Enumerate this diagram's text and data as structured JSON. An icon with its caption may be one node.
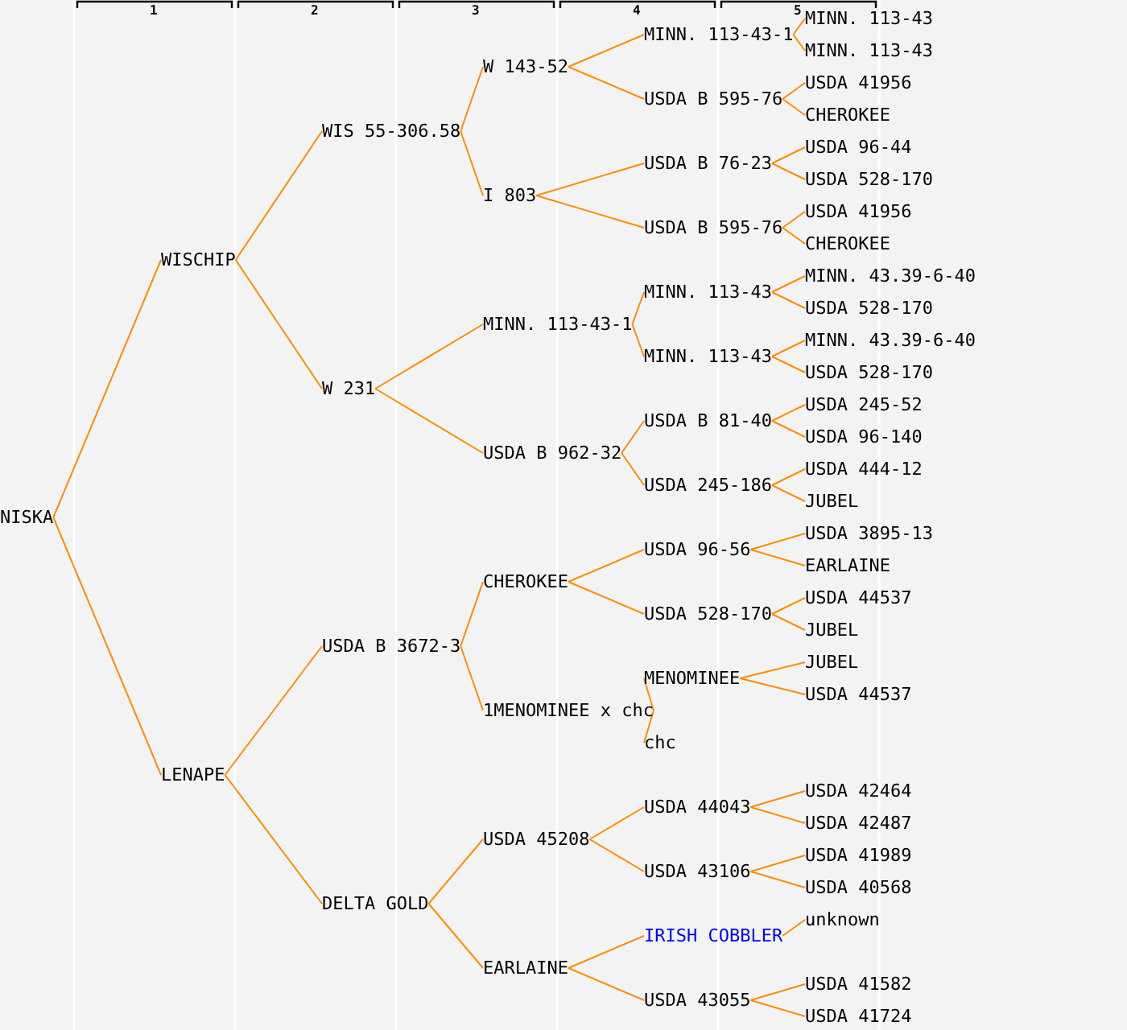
{
  "diagram": {
    "nodes": [
      {
        "text": [
          "NISKA"
        ]
      },
      {
        "text": [
          "WISCHIP"
        ]
      },
      {
        "text": [
          "WIS 55-306.58"
        ]
      },
      {
        "text": [
          "W 143-52"
        ]
      },
      {
        "text": [
          "MINN. 113-43-1"
        ]
      },
      {
        "text": [
          "MINN. 113-43"
        ]
      },
      {
        "text": [
          "MINN. 113-43"
        ]
      },
      {
        "text": [
          "USDA B 595-76"
        ]
      },
      {
        "text": [
          "USDA 41956"
        ]
      },
      {
        "text": [
          "CHEROKEE"
        ]
      },
      {
        "text": [
          "I 803"
        ]
      },
      {
        "text": [
          "USDA B 76-23"
        ]
      },
      {
        "text": [
          "USDA 96-44"
        ]
      },
      {
        "text": [
          "USDA 528-170"
        ]
      },
      {
        "text": [
          "USDA B 595-76"
        ]
      },
      {
        "text": [
          "USDA 41956"
        ]
      },
      {
        "text": [
          "CHEROKEE"
        ]
      },
      {
        "text": [
          "W 231"
        ]
      },
      {
        "text": [
          "MINN. 113-43-1"
        ]
      },
      {
        "text": [
          "MINN. 113-43"
        ]
      },
      {
        "text": [
          "MINN. 43.39-6-40"
        ]
      },
      {
        "text": [
          "USDA 528-170"
        ]
      },
      {
        "text": [
          "MINN. 113-43"
        ]
      },
      {
        "text": [
          "MINN. 43.39-6-40"
        ]
      },
      {
        "text": [
          "USDA 528-170"
        ]
      },
      {
        "text": [
          "USDA B 962-32"
        ]
      },
      {
        "text": [
          "USDA B 81-40"
        ]
      },
      {
        "text": [
          "USDA 245-52"
        ]
      },
      {
        "text": [
          "USDA 96-140"
        ]
      },
      {
        "text": [
          "USDA 245-186"
        ]
      },
      {
        "text": [
          "USDA 444-12"
        ]
      },
      {
        "text": [
          "JUBEL"
        ]
      },
      {
        "text": [
          "LENAPE"
        ]
      },
      {
        "text": [
          "USDA B 3672-3"
        ]
      },
      {
        "text": [
          "CHEROKEE"
        ]
      },
      {
        "text": [
          "USDA 96-56"
        ]
      },
      {
        "text": [
          "USDA 3895-13"
        ]
      },
      {
        "text": [
          "EARLAINE"
        ]
      },
      {
        "text": [
          "USDA 528-170"
        ]
      },
      {
        "text": [
          "USDA 44537"
        ]
      },
      {
        "text": [
          "JUBEL"
        ]
      },
      {
        "text": [
          "1MENOMINEE x chc"
        ]
      },
      {
        "text": [
          "MENOMINEE"
        ]
      },
      {
        "text": [
          "JUBEL"
        ]
      },
      {
        "text": [
          "USDA 44537"
        ]
      },
      {
        "text": [
          "chc"
        ]
      },
      {
        "text": [
          "DELTA GOLD"
        ]
      },
      {
        "text": [
          "USDA 45208"
        ]
      },
      {
        "text": [
          "USDA 44043"
        ]
      },
      {
        "text": [
          "USDA 42464"
        ]
      },
      {
        "text": [
          "USDA 42487"
        ]
      },
      {
        "text": [
          "USDA 43106"
        ]
      },
      {
        "text": [
          "USDA 41989"
        ]
      },
      {
        "text": [
          "USDA 40568"
        ]
      },
      {
        "text": [
          "EARLAINE"
        ]
      },
      {
        "text": [
          "IRISH COBBLER"
        ]
      },
      {
        "text": [
          "unknown"
        ]
      },
      {
        "text": [
          "USDA 43055"
        ]
      },
      {
        "text": [
          "USDA 41582"
        ]
      },
      {
        "text": [
          "USDA 41724"
        ]
      }
    ],
    "edges": [
      {
        "from": 0,
        "to": 1,
        "arrow": "none"
      },
      {
        "from": 0,
        "to": 32,
        "arrow": "none"
      },
      {
        "from": 1,
        "to": 2,
        "arrow": "none"
      },
      {
        "from": 1,
        "to": 17,
        "arrow": "none"
      },
      {
        "from": 2,
        "to": 3,
        "arrow": "none"
      },
      {
        "from": 2,
        "to": 10,
        "arrow": "none"
      },
      {
        "from": 3,
        "to": 4,
        "arrow": "none"
      },
      {
        "from": 3,
        "to": 7,
        "arrow": "none"
      },
      {
        "from": 4,
        "to": 5,
        "arrow": "none"
      },
      {
        "from": 4,
        "to": 6,
        "arrow": "none"
      },
      {
        "from": 7,
        "to": 8,
        "arrow": "none"
      },
      {
        "from": 7,
        "to": 9,
        "arrow": "none"
      },
      {
        "from": 10,
        "to": 11,
        "arrow": "none"
      },
      {
        "from": 10,
        "to": 14,
        "arrow": "none"
      },
      {
        "from": 11,
        "to": 12,
        "arrow": "none"
      },
      {
        "from": 11,
        "to": 13,
        "arrow": "none"
      },
      {
        "from": 14,
        "to": 15,
        "arrow": "none"
      },
      {
        "from": 14,
        "to": 16,
        "arrow": "none"
      },
      {
        "from": 17,
        "to": 18,
        "arrow": "none"
      },
      {
        "from": 17,
        "to": 25,
        "arrow": "none"
      },
      {
        "from": 18,
        "to": 19,
        "arrow": "none"
      },
      {
        "from": 18,
        "to": 22,
        "arrow": "none"
      },
      {
        "from": 19,
        "to": 20,
        "arrow": "none"
      },
      {
        "from": 19,
        "to": 21,
        "arrow": "none"
      },
      {
        "from": 22,
        "to": 23,
        "arrow": "none"
      },
      {
        "from": 22,
        "to": 24,
        "arrow": "none"
      },
      {
        "from": 25,
        "to": 26,
        "arrow": "none"
      },
      {
        "from": 25,
        "to": 29,
        "arrow": "none"
      },
      {
        "from": 26,
        "to": 27,
        "arrow": "none"
      },
      {
        "from": 26,
        "to": 28,
        "arrow": "none"
      },
      {
        "from": 29,
        "to": 30,
        "arrow": "none"
      },
      {
        "from": 29,
        "to": 31,
        "arrow": "none"
      },
      {
        "from": 32,
        "to": 33,
        "arrow": "none"
      },
      {
        "from": 32,
        "to": 46,
        "arrow": "none"
      },
      {
        "from": 33,
        "to": 34,
        "arrow": "none"
      },
      {
        "from": 33,
        "to": 41,
        "arrow": "none"
      },
      {
        "from": 34,
        "to": 35,
        "arrow": "none"
      },
      {
        "from": 34,
        "to": 38,
        "arrow": "none"
      },
      {
        "from": 35,
        "to": 36,
        "arrow": "none"
      },
      {
        "from": 35,
        "to": 37,
        "arrow": "none"
      },
      {
        "from": 38,
        "to": 39,
        "arrow": "none"
      },
      {
        "from": 38,
        "to": 40,
        "arrow": "none"
      },
      {
        "from": 41,
        "to": 42,
        "arrow": "none"
      },
      {
        "from": 41,
        "to": 45,
        "arrow": "none"
      },
      {
        "from": 42,
        "to": 43,
        "arrow": "none"
      },
      {
        "from": 42,
        "to": 44,
        "arrow": "none"
      },
      {
        "from": 46,
        "to": 47,
        "arrow": "none"
      },
      {
        "from": 46,
        "to": 54,
        "arrow": "none"
      },
      {
        "from": 47,
        "to": 48,
        "arrow": "none"
      },
      {
        "from": 47,
        "to": 51,
        "arrow": "none"
      },
      {
        "from": 48,
        "to": 49,
        "arrow": "none"
      },
      {
        "from": 48,
        "to": 50,
        "arrow": "none"
      },
      {
        "from": 51,
        "to": 52,
        "arrow": "none"
      },
      {
        "from": 51,
        "to": 53,
        "arrow": "none"
      },
      {
        "from": 54,
        "to": 55,
        "arrow": "none"
      },
      {
        "from": 54,
        "to": 57,
        "arrow": "none"
      },
      {
        "from": 55,
        "to": 56,
        "arrow": "none"
      },
      {
        "from": 57,
        "to": 58,
        "arrow": "none"
      },
      {
        "from": 57,
        "to": 59,
        "arrow": "none"
      }
    ],
    "labels": [
      "1",
      "2",
      "3",
      "4",
      "5"
    ]
  }
}
